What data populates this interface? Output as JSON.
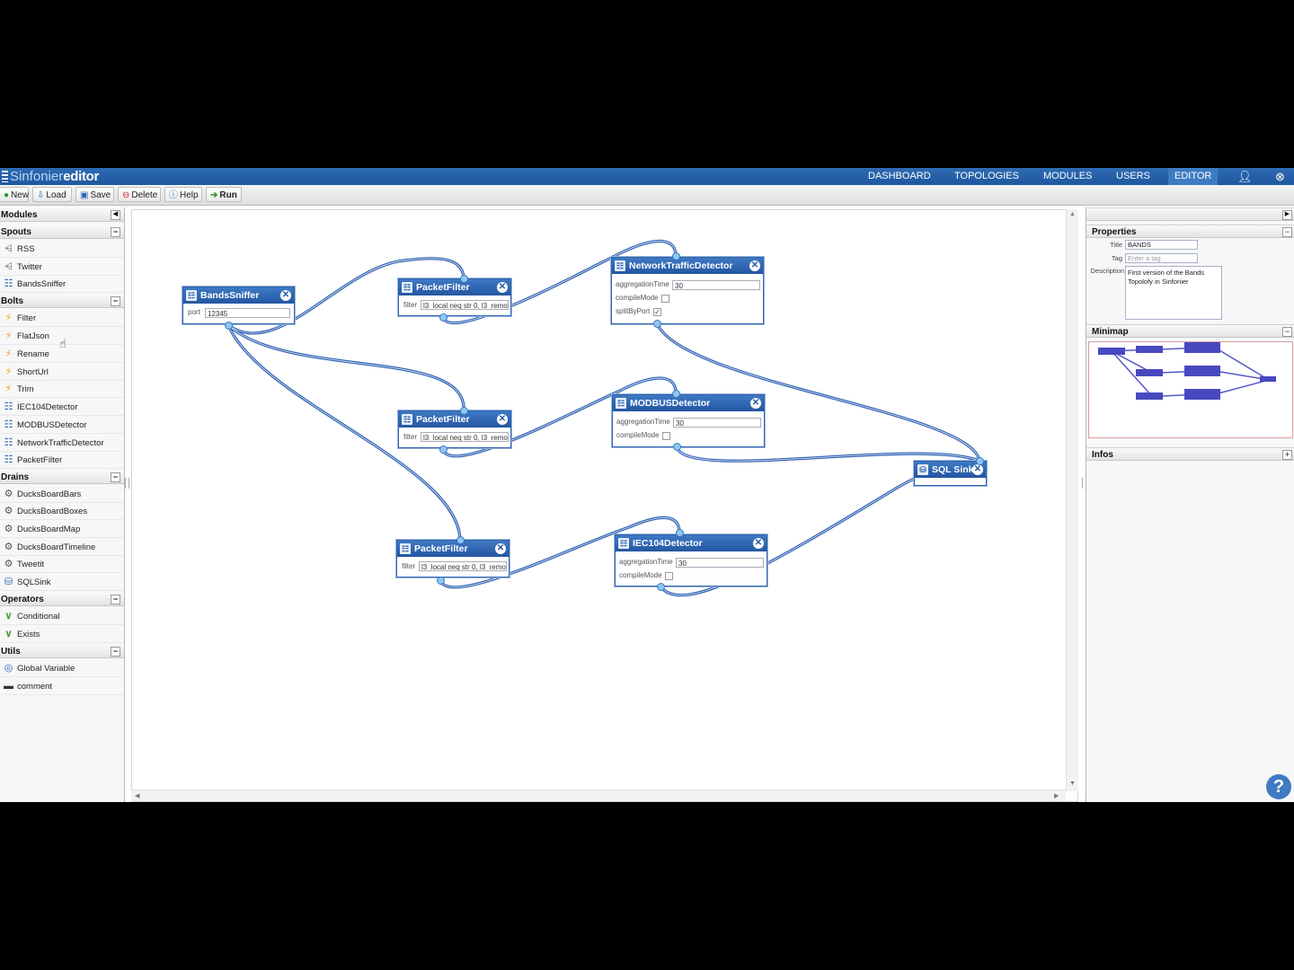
{
  "app": {
    "logo_left": "Sinfonier",
    "logo_right": "editor"
  },
  "nav": {
    "items": [
      "DASHBOARD",
      "TOPOLOGIES",
      "MODULES",
      "USERS",
      "EDITOR"
    ],
    "active": "EDITOR"
  },
  "toolbar": {
    "new": "New",
    "load": "Load",
    "save": "Save",
    "delete": "Delete",
    "help": "Help",
    "run": "Run"
  },
  "modules_panel": {
    "title": "Modules",
    "spouts": {
      "title": "Spouts",
      "items": [
        "RSS",
        "Twitter",
        "BandsSniffer"
      ]
    },
    "bolts": {
      "title": "Bolts",
      "items": [
        "Filter",
        "FlatJson",
        "Rename",
        "ShortUrl",
        "Trim",
        "IEC104Detector",
        "MODBUSDetector",
        "NetworkTrafficDetector",
        "PacketFilter"
      ]
    },
    "drains": {
      "title": "Drains",
      "items": [
        "DucksBoardBars",
        "DucksBoardBoxes",
        "DucksBoardMap",
        "DucksBoardTimeline",
        "Tweetit",
        "SQLSink"
      ]
    },
    "operators": {
      "title": "Operators",
      "items": [
        "Conditional",
        "Exists"
      ]
    },
    "utils": {
      "title": "Utils",
      "items": [
        "Global Variable",
        "comment"
      ]
    }
  },
  "canvas": {
    "bandssniffer": {
      "name": "BandsSniffer",
      "port_label": "port",
      "port_value": "12345"
    },
    "packetfilter1": {
      "name": "PacketFilter",
      "filter_label": "filter",
      "filter_value": "l3_local neq str 0, l3_remo"
    },
    "packetfilter2": {
      "name": "PacketFilter",
      "filter_label": "filter",
      "filter_value": "l3_local neq str 0, l3_remo"
    },
    "packetfilter3": {
      "name": "PacketFilter",
      "filter_label": "filter",
      "filter_value": "l3_local neq str 0, l3_remo"
    },
    "networktraffic": {
      "name": "NetworkTrafficDetector",
      "agg_label": "aggregationTime",
      "agg_value": "30",
      "compile_label": "compileMode",
      "split_label": "splitByPort",
      "split_checked": true
    },
    "modbus": {
      "name": "MODBUSDetector",
      "agg_label": "aggregationTime",
      "agg_value": "30",
      "compile_label": "compileMode"
    },
    "iec104": {
      "name": "IEC104Detector",
      "agg_label": "aggregationTime",
      "agg_value": "30",
      "compile_label": "compileMode"
    },
    "sqlsink": {
      "name": "SQL Sink"
    }
  },
  "properties": {
    "title": "Properties",
    "title_label": "Title",
    "title_value": "BANDS",
    "tag_label": "Tag",
    "tag_placeholder": "Enter a tag",
    "description_label": "Description",
    "description_value": "First version of the Bands Topolofy in Sinfonier"
  },
  "minimap": {
    "title": "Minimap"
  },
  "infos": {
    "title": "Infos"
  },
  "colors": {
    "accent": "#2456a2",
    "wire": "#3563b4",
    "terminal": "#8ec8f2"
  }
}
